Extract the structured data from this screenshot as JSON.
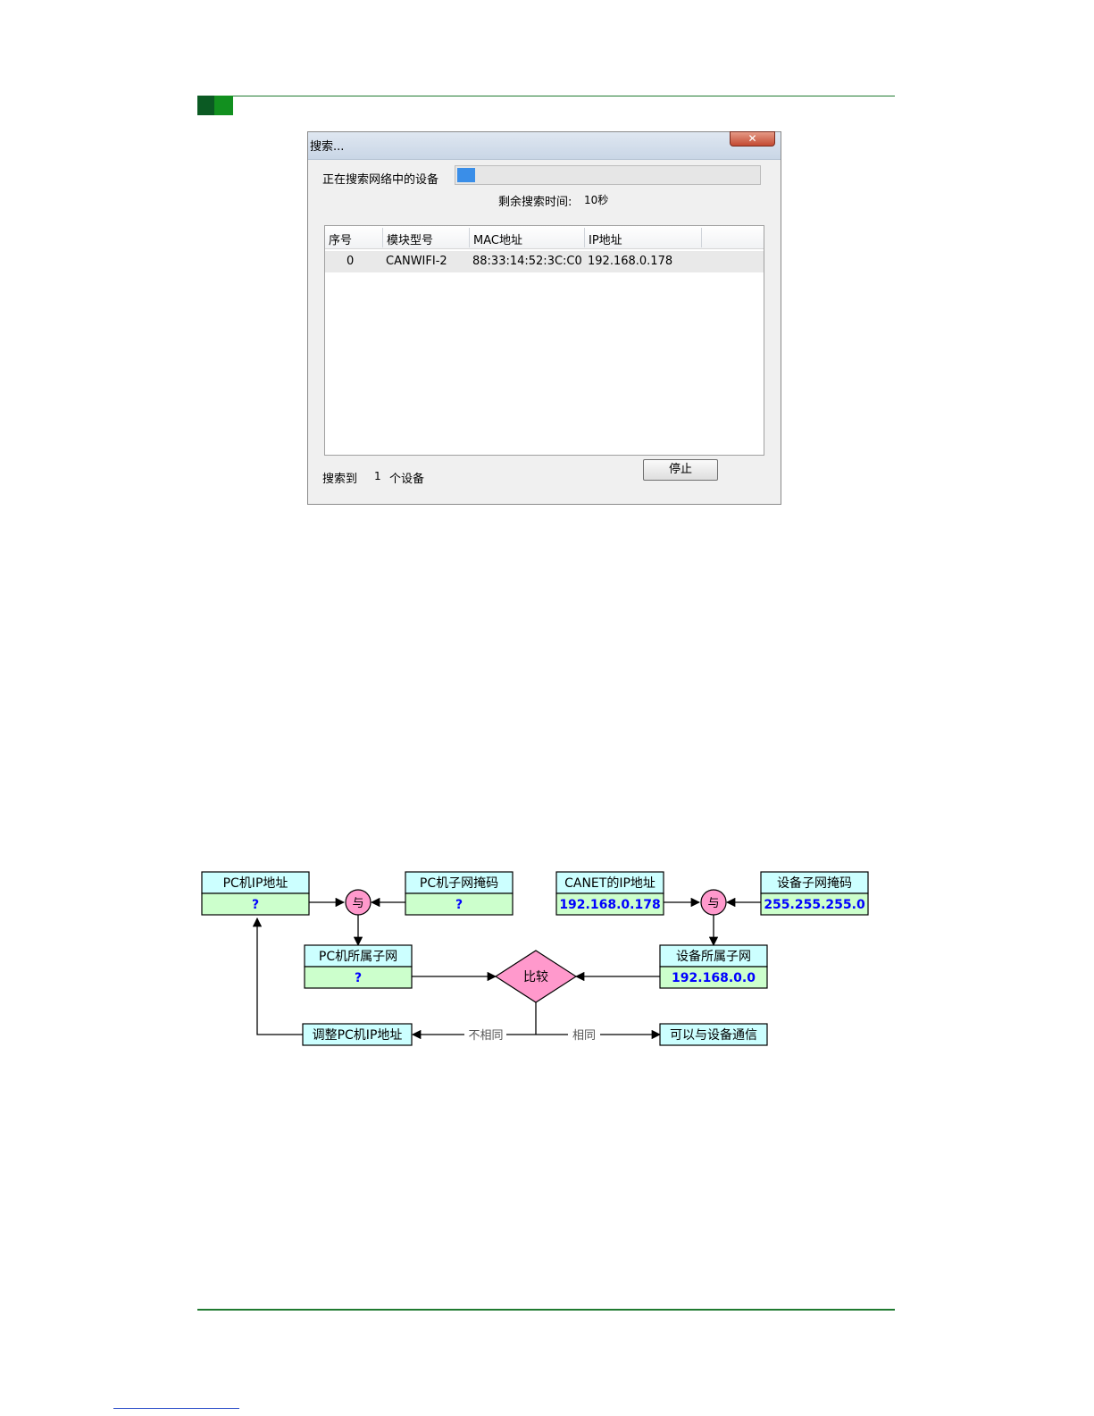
{
  "dialog": {
    "title": "搜索...",
    "close_glyph": "✕",
    "search_label": "正在搜索网络中的设备",
    "progress": 0.06,
    "remaining_label": "剩余搜索时间:",
    "remaining_value": "10秒",
    "columns": [
      "序号",
      "模块型号",
      "MAC地址",
      "IP地址"
    ],
    "rows": [
      {
        "index": "0",
        "model": "CANWIFI-2",
        "mac": "88:33:14:52:3C:C0",
        "ip": "192.168.0.178"
      }
    ],
    "found_label": "搜索到",
    "found_count": "1",
    "found_unit": "个设备",
    "stop_button": "停止"
  },
  "diagram": {
    "pc_ip": {
      "title": "PC机IP地址",
      "value": "?"
    },
    "pc_mask": {
      "title": "PC机子网掩码",
      "value": "?"
    },
    "pc_subnet": {
      "title": "PC机所属子网",
      "value": "?"
    },
    "canet_ip": {
      "title": "CANET的IP地址",
      "value": "192.168.0.178"
    },
    "dev_mask": {
      "title": "设备子网掩码",
      "value": "255.255.255.0"
    },
    "dev_subnet": {
      "title": "设备所属子网",
      "value": "192.168.0.0"
    },
    "and_op": "与",
    "compare": "比较",
    "adjust": "调整PC机IP地址",
    "communicate": "可以与设备通信",
    "not_same": "不相同",
    "same": "相同",
    "colors": {
      "title_fill": "#ccffff",
      "value_fill": "#ccffcc",
      "value_text": "#0000ff",
      "node_fill": "#ff99cc"
    }
  }
}
